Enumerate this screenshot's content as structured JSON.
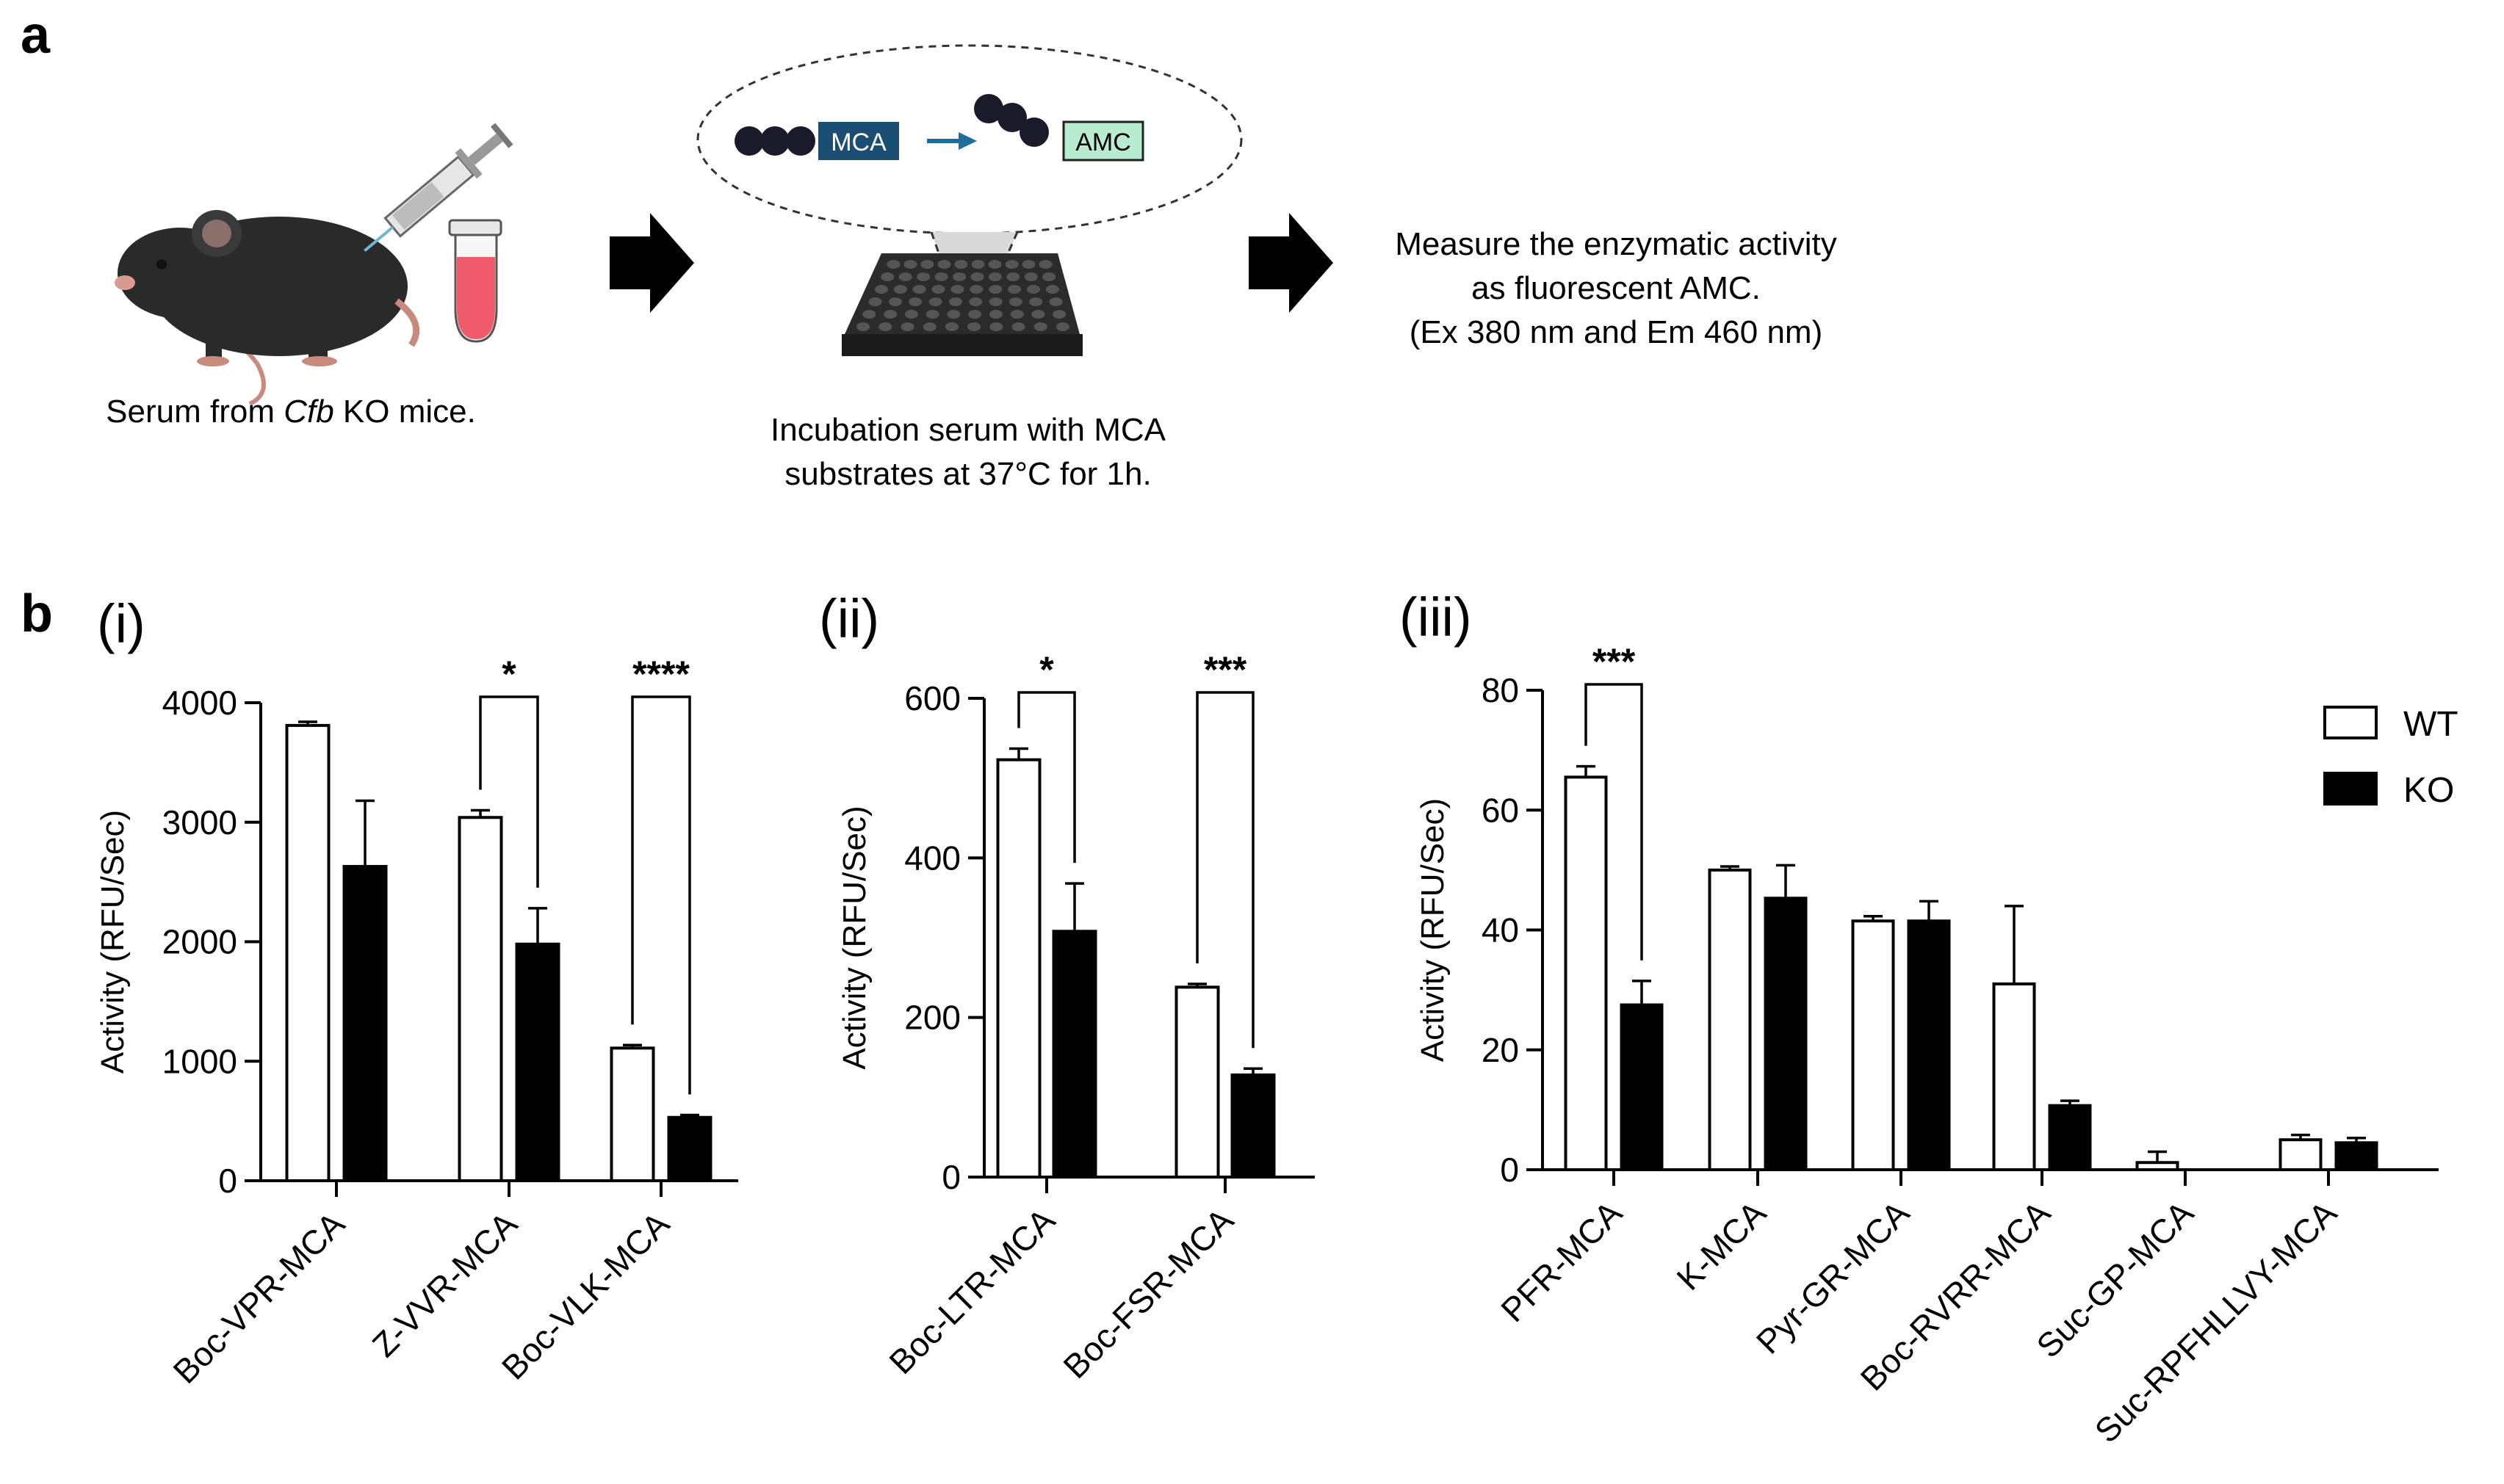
{
  "panel_a": {
    "letter": "a",
    "step1_caption_pre": "Serum from ",
    "step1_caption_italic": "Cfb",
    "step1_caption_post": " KO mice.",
    "step2_caption_line1": "Incubation serum with MCA",
    "step2_caption_line2": "substrates at 37°C for 1h.",
    "bubble_label_mca": "MCA",
    "bubble_label_amc": "AMC",
    "step3_line1": "Measure the enzymatic activity",
    "step3_line2": "as fluorescent AMC.",
    "step3_line3": "(Ex 380 nm and Em 460 nm)"
  },
  "panel_b": {
    "letter": "b"
  },
  "legend": {
    "position": "top-right",
    "wt_label": "WT",
    "ko_label": "KO"
  },
  "colors": {
    "wt": "#ffffff",
    "ko": "#000000",
    "bubble_mca": "#1b4e73",
    "bubble_amc": "#b7ecd0",
    "arrow": "#1c6e9c",
    "tube": "#ef5b6a"
  },
  "chart_data": [
    {
      "type": "bar",
      "panel": "(i)",
      "ylabel": "Activity (RFU/Sec)",
      "ylim": [
        0,
        4000
      ],
      "yticks": [
        0,
        1000,
        2000,
        3000,
        4000
      ],
      "tick_labels": [
        "0",
        "1000",
        "2000",
        "3000",
        "4000"
      ],
      "categories": [
        "Boc-VPR-MCA",
        "Z-VVR-MCA",
        "Boc-VLK-MCA"
      ],
      "series": [
        {
          "name": "WT",
          "values": [
            3810,
            3040,
            1110
          ],
          "errors": [
            30,
            60,
            25
          ]
        },
        {
          "name": "KO",
          "values": [
            2630,
            1980,
            530
          ],
          "errors": [
            550,
            300,
            20
          ]
        }
      ],
      "significance": [
        "",
        "*",
        "****"
      ]
    },
    {
      "type": "bar",
      "panel": "(ii)",
      "ylabel": "Activity (RFU/Sec)",
      "ylim": [
        0,
        600
      ],
      "yticks": [
        0,
        200,
        400,
        600
      ],
      "tick_labels": [
        "0",
        "200",
        "400",
        "600"
      ],
      "categories": [
        "Boc-LTR-MCA",
        "Boc-FSR-MCA"
      ],
      "series": [
        {
          "name": "WT",
          "values": [
            523,
            238
          ],
          "errors": [
            14,
            4
          ]
        },
        {
          "name": "KO",
          "values": [
            308,
            128
          ],
          "errors": [
            60,
            8
          ]
        }
      ],
      "significance": [
        "*",
        "***"
      ]
    },
    {
      "type": "bar",
      "panel": "(iii)",
      "ylabel": "Activity (RFU/Sec)",
      "ylim": [
        0,
        80
      ],
      "yticks": [
        0,
        20,
        40,
        60,
        80
      ],
      "tick_labels": [
        "0",
        "20",
        "40",
        "60",
        "80"
      ],
      "categories": [
        "PFR-MCA",
        "K-MCA",
        "Pyr-GR-MCA",
        "Boc-RVRR-MCA",
        "Suc-GP-MCA",
        "Suc-RPFHLLVY-MCA"
      ],
      "series": [
        {
          "name": "WT",
          "values": [
            65.5,
            50,
            41.5,
            31,
            1.2,
            5
          ],
          "errors": [
            1.8,
            0.6,
            0.8,
            13,
            1.8,
            0.8
          ]
        },
        {
          "name": "KO",
          "values": [
            27.5,
            45.3,
            41.5,
            10.7,
            0,
            4.5
          ],
          "errors": [
            4,
            5.5,
            3.3,
            0.8,
            0,
            0.8
          ]
        }
      ],
      "significance": [
        "***",
        "",
        "",
        "",
        "",
        ""
      ]
    }
  ]
}
